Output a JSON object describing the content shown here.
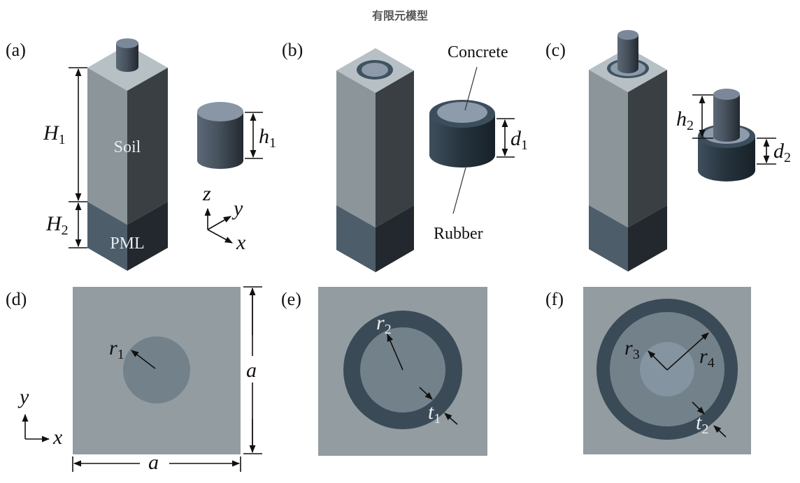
{
  "title": "有限元模型",
  "colors": {
    "soil_top": "#b7c0c4",
    "soil_left": "#8b959a",
    "soil_right": "#3a3f43",
    "pml_left": "#4d5d6a",
    "pml_right": "#22282d",
    "concrete": "#8c9aaa",
    "rubber": "#3a4a57",
    "plan_soil": "#929ca1",
    "plan_column": "#73818b",
    "plan_inner": "#8494a0"
  },
  "panels": {
    "a": {
      "label": "(a)",
      "soil_label": "Soil",
      "pml_label": "PML",
      "dims": {
        "H1": {
          "base": "H",
          "sub": "1"
        },
        "H2": {
          "base": "H",
          "sub": "2"
        },
        "h1": {
          "base": "h",
          "sub": "1"
        }
      },
      "axes": {
        "z": "z",
        "y": "y",
        "x": "x"
      }
    },
    "b": {
      "label": "(b)",
      "concrete_label": "Concrete",
      "rubber_label": "Rubber",
      "dims": {
        "d1": {
          "base": "d",
          "sub": "1"
        }
      }
    },
    "c": {
      "label": "(c)",
      "dims": {
        "h2": {
          "base": "h",
          "sub": "2"
        },
        "d2": {
          "base": "d",
          "sub": "2"
        }
      }
    },
    "d": {
      "label": "(d)",
      "dims": {
        "r1": {
          "base": "r",
          "sub": "1"
        },
        "a_v": "a",
        "a_h": "a"
      },
      "axes": {
        "y": "y",
        "x": "x"
      }
    },
    "e": {
      "label": "(e)",
      "dims": {
        "r2": {
          "base": "r",
          "sub": "2"
        },
        "t1": {
          "base": "t",
          "sub": "1"
        }
      }
    },
    "f": {
      "label": "(f)",
      "dims": {
        "r3": {
          "base": "r",
          "sub": "3"
        },
        "r4": {
          "base": "r",
          "sub": "4"
        },
        "t2": {
          "base": "t",
          "sub": "2"
        }
      }
    }
  }
}
